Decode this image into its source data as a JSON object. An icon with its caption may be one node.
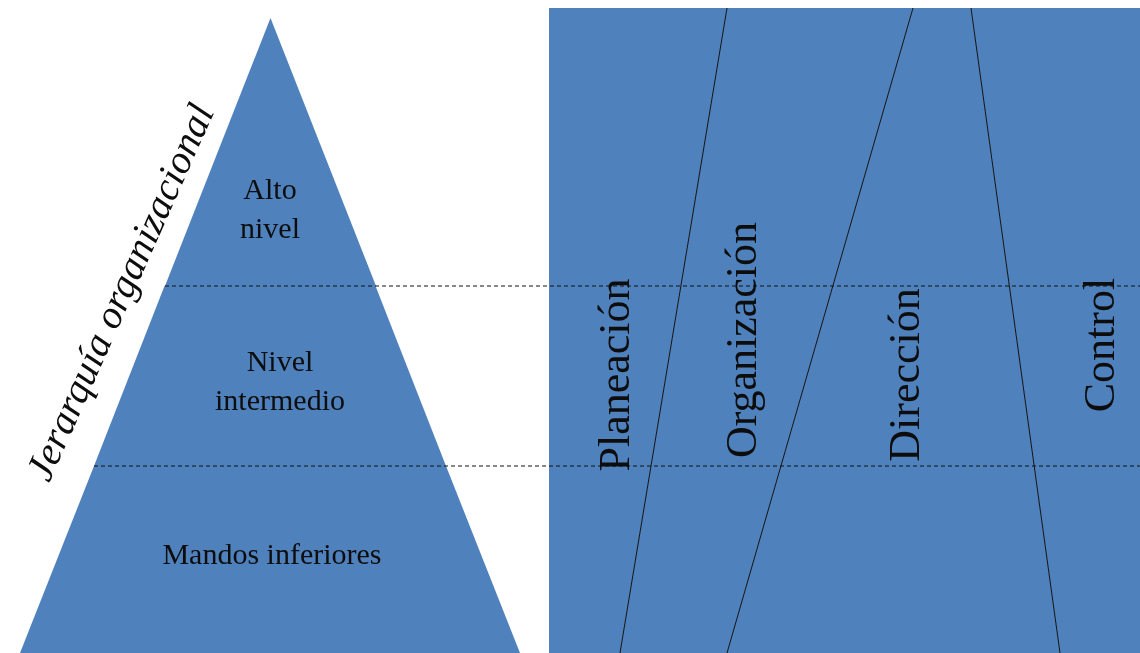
{
  "diagram": {
    "nodes": [
      {
        "text": [
          "Alto nivel"
        ]
      },
      {
        "text": [
          "Nivel intermedio"
        ]
      },
      {
        "text": [
          "Mandos inferiores"
        ]
      },
      {
        "text": [
          "Planeación"
        ]
      },
      {
        "text": [
          "Organización"
        ]
      },
      {
        "text": [
          "Dirección"
        ]
      },
      {
        "text": [
          "Control"
        ]
      }
    ],
    "labels": [
      "Jerarquía organizacional"
    ]
  }
}
